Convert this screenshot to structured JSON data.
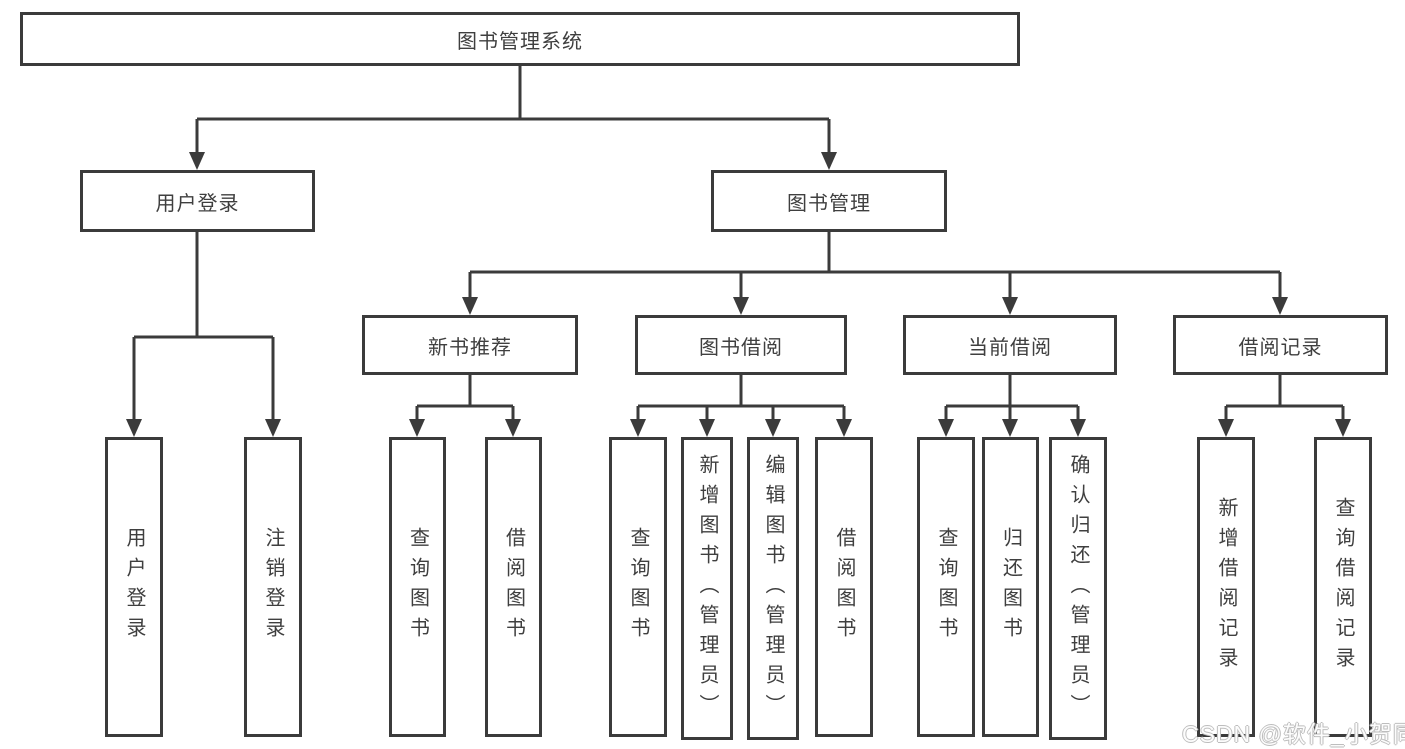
{
  "title": "图书管理系统",
  "watermark": {
    "text": "CSDN @软件_小贺同学"
  },
  "colors": {
    "line": "#3b3b3b",
    "box_border": "#3b3b3b",
    "text": "#3f3f3f",
    "background": "#ffffff",
    "watermark_fill": "#ffffff",
    "watermark_outline": "#bdbdbd"
  },
  "tree": {
    "label": "图书管理系统",
    "children": [
      {
        "label": "用户登录",
        "children": [
          {
            "label": "用户登录"
          },
          {
            "label": "注销登录"
          }
        ]
      },
      {
        "label": "图书管理",
        "children": [
          {
            "label": "新书推荐",
            "children": [
              {
                "label": "查询图书"
              },
              {
                "label": "借阅图书"
              }
            ]
          },
          {
            "label": "图书借阅",
            "children": [
              {
                "label": "查询图书"
              },
              {
                "label": "新增图书（管理员）"
              },
              {
                "label": "编辑图书（管理员）"
              },
              {
                "label": "借阅图书"
              }
            ]
          },
          {
            "label": "当前借阅",
            "children": [
              {
                "label": "查询图书"
              },
              {
                "label": "归还图书"
              },
              {
                "label": "确认归还（管理员）"
              }
            ]
          },
          {
            "label": "借阅记录",
            "children": [
              {
                "label": "新增借阅记录"
              },
              {
                "label": "查询借阅记录"
              }
            ]
          }
        ]
      }
    ]
  }
}
